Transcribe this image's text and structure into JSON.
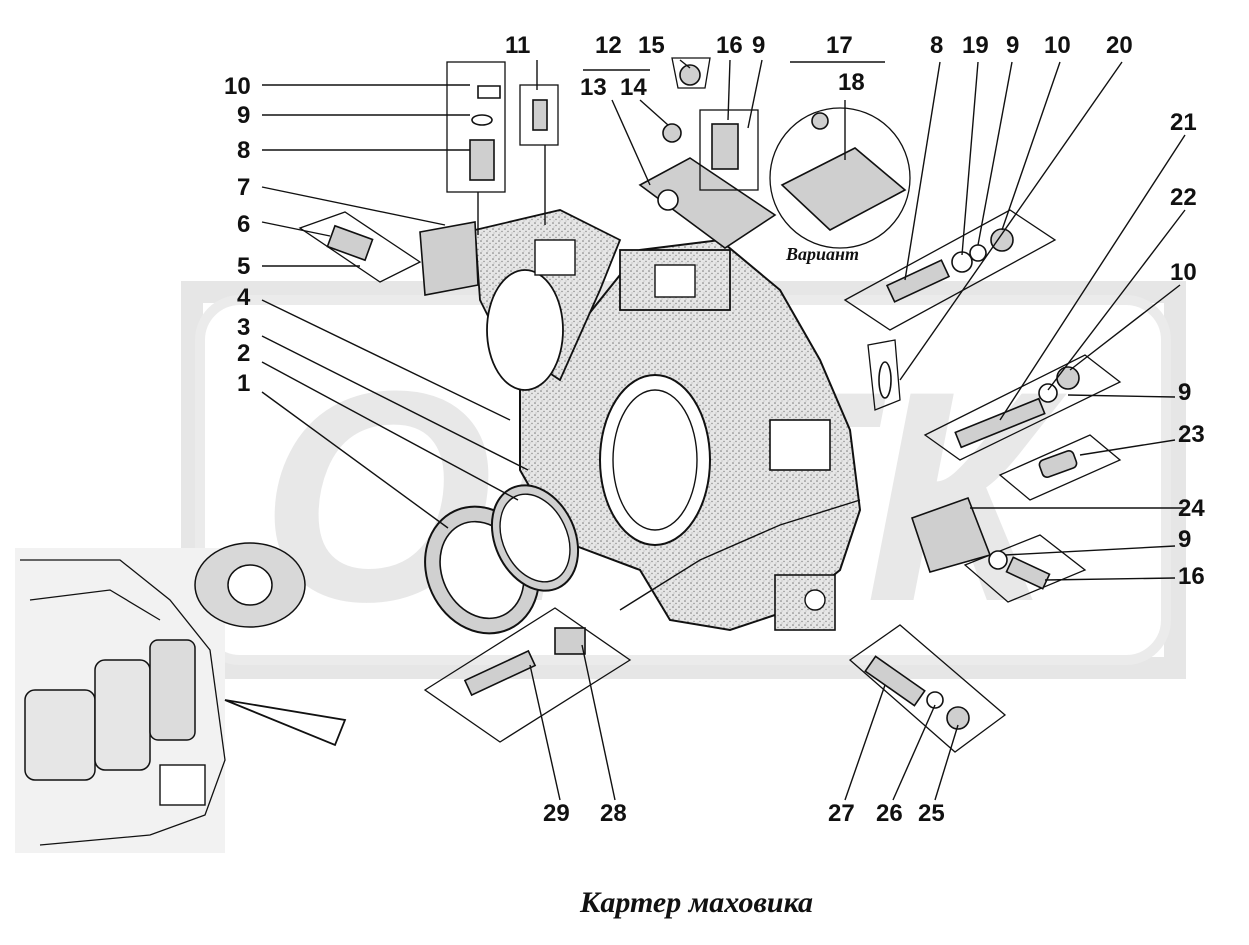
{
  "title": "Картер маховика",
  "variant_label": "Вариант",
  "watermark": "ОРТК",
  "colors": {
    "ink": "#111111",
    "watermark": "#e2e2e2",
    "stipple": "#cfcfcf"
  },
  "callouts": [
    "1",
    "2",
    "3",
    "4",
    "5",
    "6",
    "7",
    "8",
    "9",
    "10",
    "11",
    "12",
    "13",
    "14",
    "15",
    "16",
    "17",
    "18",
    "19",
    "20",
    "21",
    "22",
    "23",
    "24",
    "25",
    "26",
    "27",
    "28",
    "29"
  ],
  "left_labels": {
    "n10": "10",
    "n9": "9",
    "n8": "8",
    "n7": "7",
    "n6": "6",
    "n5": "5",
    "n4": "4",
    "n3": "3",
    "n2": "2",
    "n1": "1"
  },
  "top_labels": {
    "n11": "11",
    "n12": "12",
    "n13": "13",
    "n14": "14",
    "n15": "15",
    "n16": "16",
    "n9": "9",
    "n17": "17",
    "n18": "18",
    "n8": "8",
    "n19": "19",
    "n9b": "9",
    "n10": "10",
    "n20": "20"
  },
  "right_labels": {
    "n21": "21",
    "n22": "22",
    "n10": "10",
    "n9": "9",
    "n23": "23",
    "n24": "24",
    "n9b": "9",
    "n16": "16"
  },
  "bottom_labels": {
    "n29": "29",
    "n28": "28",
    "n27": "27",
    "n26": "26",
    "n25": "25"
  }
}
